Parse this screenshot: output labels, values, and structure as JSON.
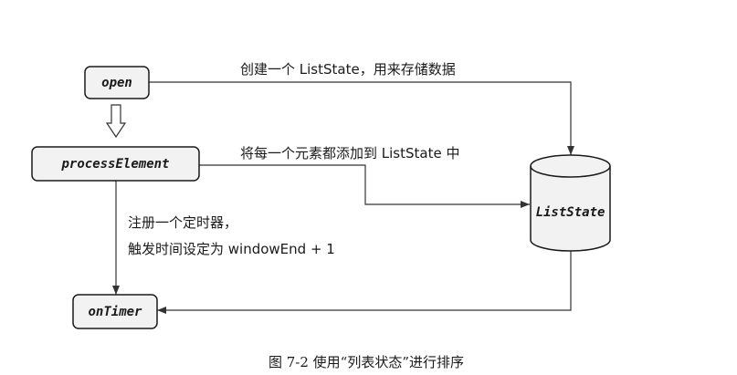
{
  "diagram": {
    "nodes": {
      "open": "open",
      "process_element": "processElement",
      "on_timer": "onTimer",
      "list_state": "ListState"
    },
    "edge_labels": {
      "open_to_list_state": "创建一个 ListState，用来存储数据",
      "process_element_to_list_state": "将每一个元素都添加到 ListState 中",
      "process_element_to_on_timer": [
        "注册一个定时器，",
        "触发时间设定为 windowEnd + 1"
      ]
    }
  },
  "caption": "图 7-2  使用“列表状态”进行排序",
  "colors": {
    "node_fill": "#f2f2f2",
    "node_stroke": "#1a1a1a",
    "edge": "#333333",
    "text": "#1a1a1a",
    "background": "#ffffff"
  }
}
